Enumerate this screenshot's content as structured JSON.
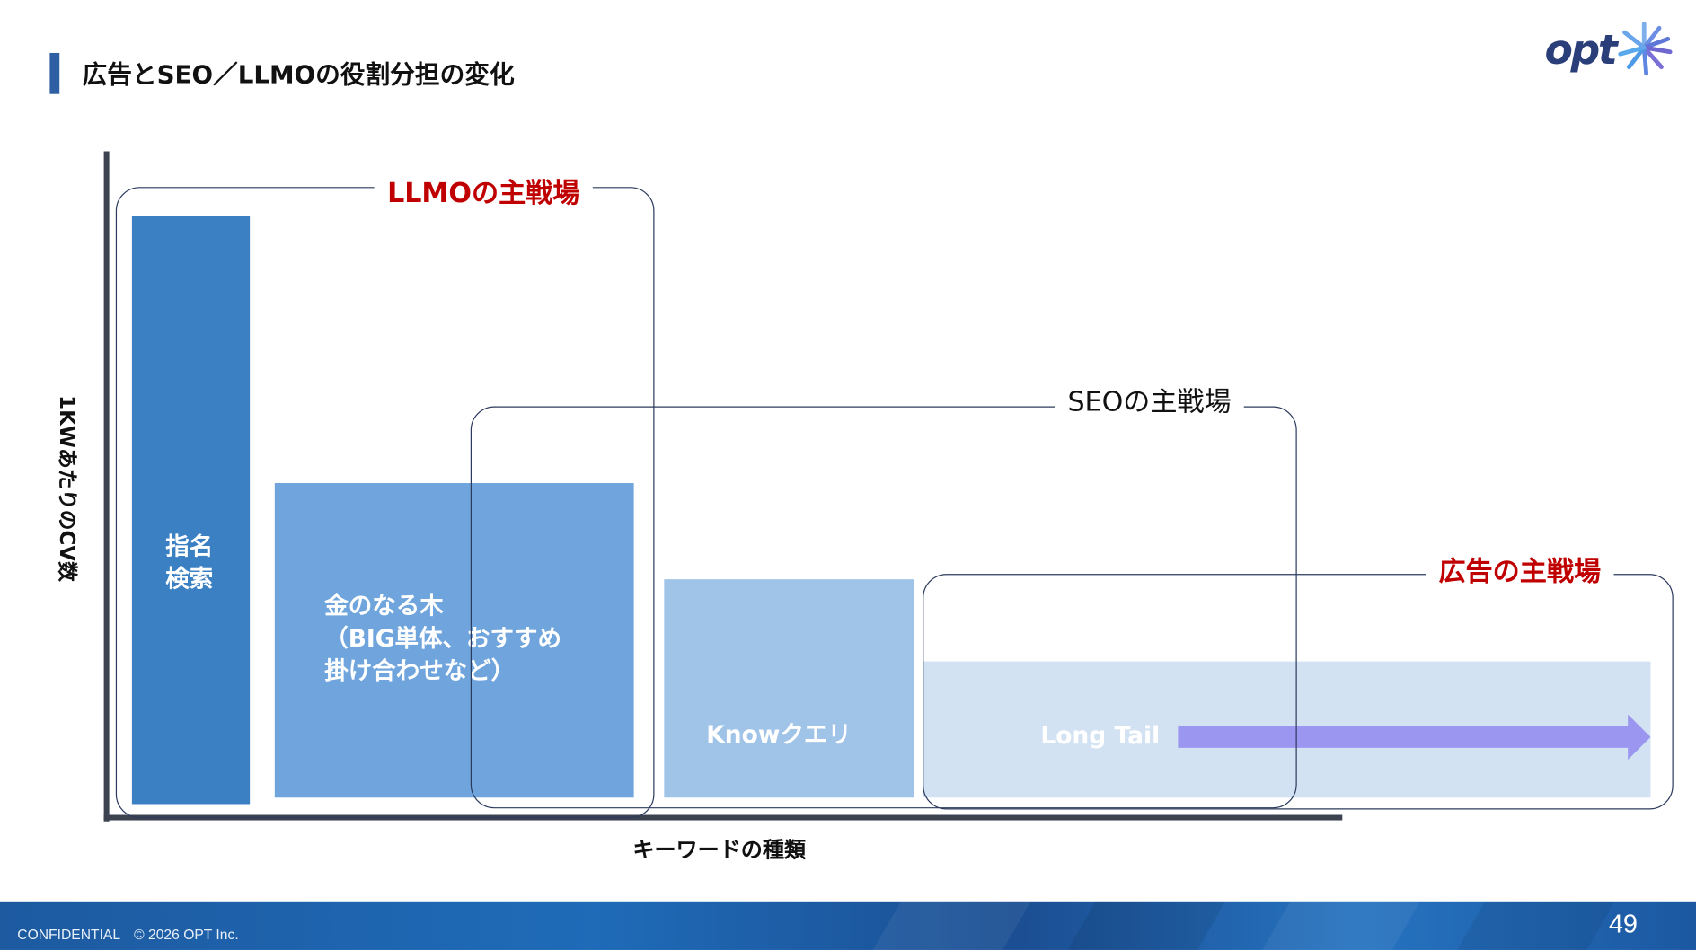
{
  "slide": {
    "title": "広告とSEO／LLMOの役割分担の変化",
    "logo_text": "opt"
  },
  "diagram": {
    "y_axis_label": "1KWあたりのCV数",
    "x_axis_label": "キーワードの種類",
    "blocks": [
      {
        "label": "指名\n検索",
        "color": "#3a80c2"
      },
      {
        "label": "金のなる木\n（BIG単体、おすすめ\n掛け合わせなど）",
        "color": "#6fa5dc"
      },
      {
        "label": "Knowクエリ",
        "color": "#a0c4e8"
      },
      {
        "label": "Long Tail",
        "color": "#d2e2f3"
      }
    ],
    "zones": {
      "llmo": "LLMOの主戦場",
      "seo": "SEOの主戦場",
      "ad": "広告の主戦場"
    },
    "arrow_color": "#9b96f0",
    "zone_highlight_color": "#c00000"
  },
  "footer": {
    "confidential": "CONFIDENTIAL　© 2026 OPT Inc.",
    "page_number": "49"
  }
}
